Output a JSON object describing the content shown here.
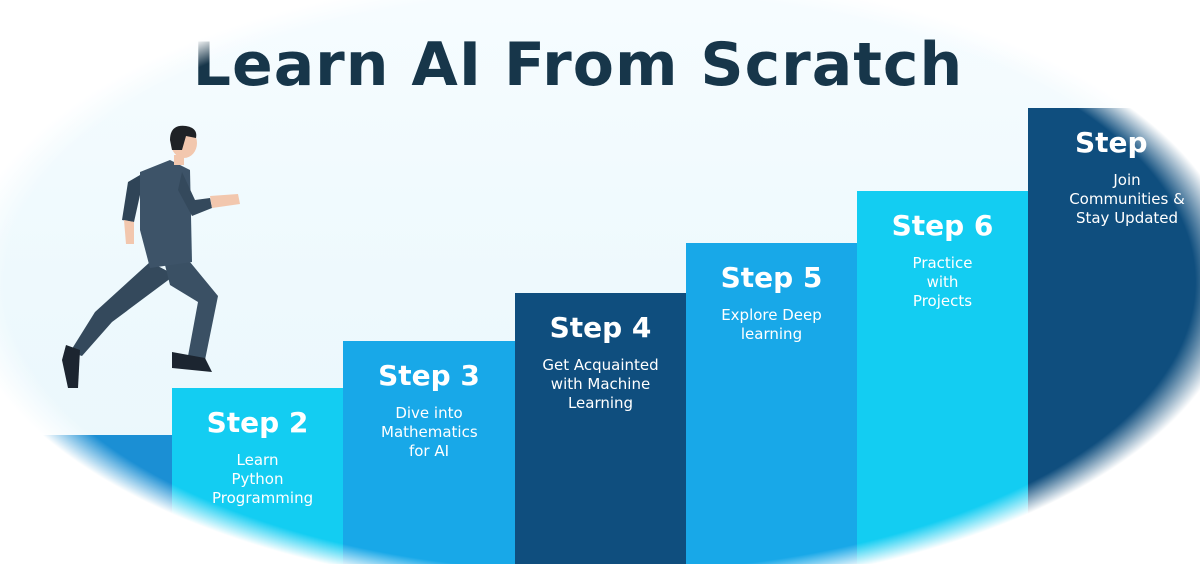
{
  "title": "Learn AI From Scratch",
  "colors": {
    "title": "#17364a",
    "cyan": "#13cdf2",
    "blue": "#18a8e8",
    "dark": "#0f4e7e",
    "mid": "#1b8fd4"
  },
  "steps": [
    {
      "label": "",
      "desc": ""
    },
    {
      "label": "Step 2",
      "desc": "Learn Python Programming"
    },
    {
      "label": "Step 3",
      "desc": "Dive into Mathematics for AI"
    },
    {
      "label": "Step 4",
      "desc": "Get Acquainted with Machine Learning"
    },
    {
      "label": "Step 5",
      "desc": "Explore Deep learning"
    },
    {
      "label": "Step 6",
      "desc": "Practice with Projects"
    },
    {
      "label": "Step",
      "desc": "Join Communities & Stay Updated"
    }
  ],
  "illustration": "running-businessman"
}
